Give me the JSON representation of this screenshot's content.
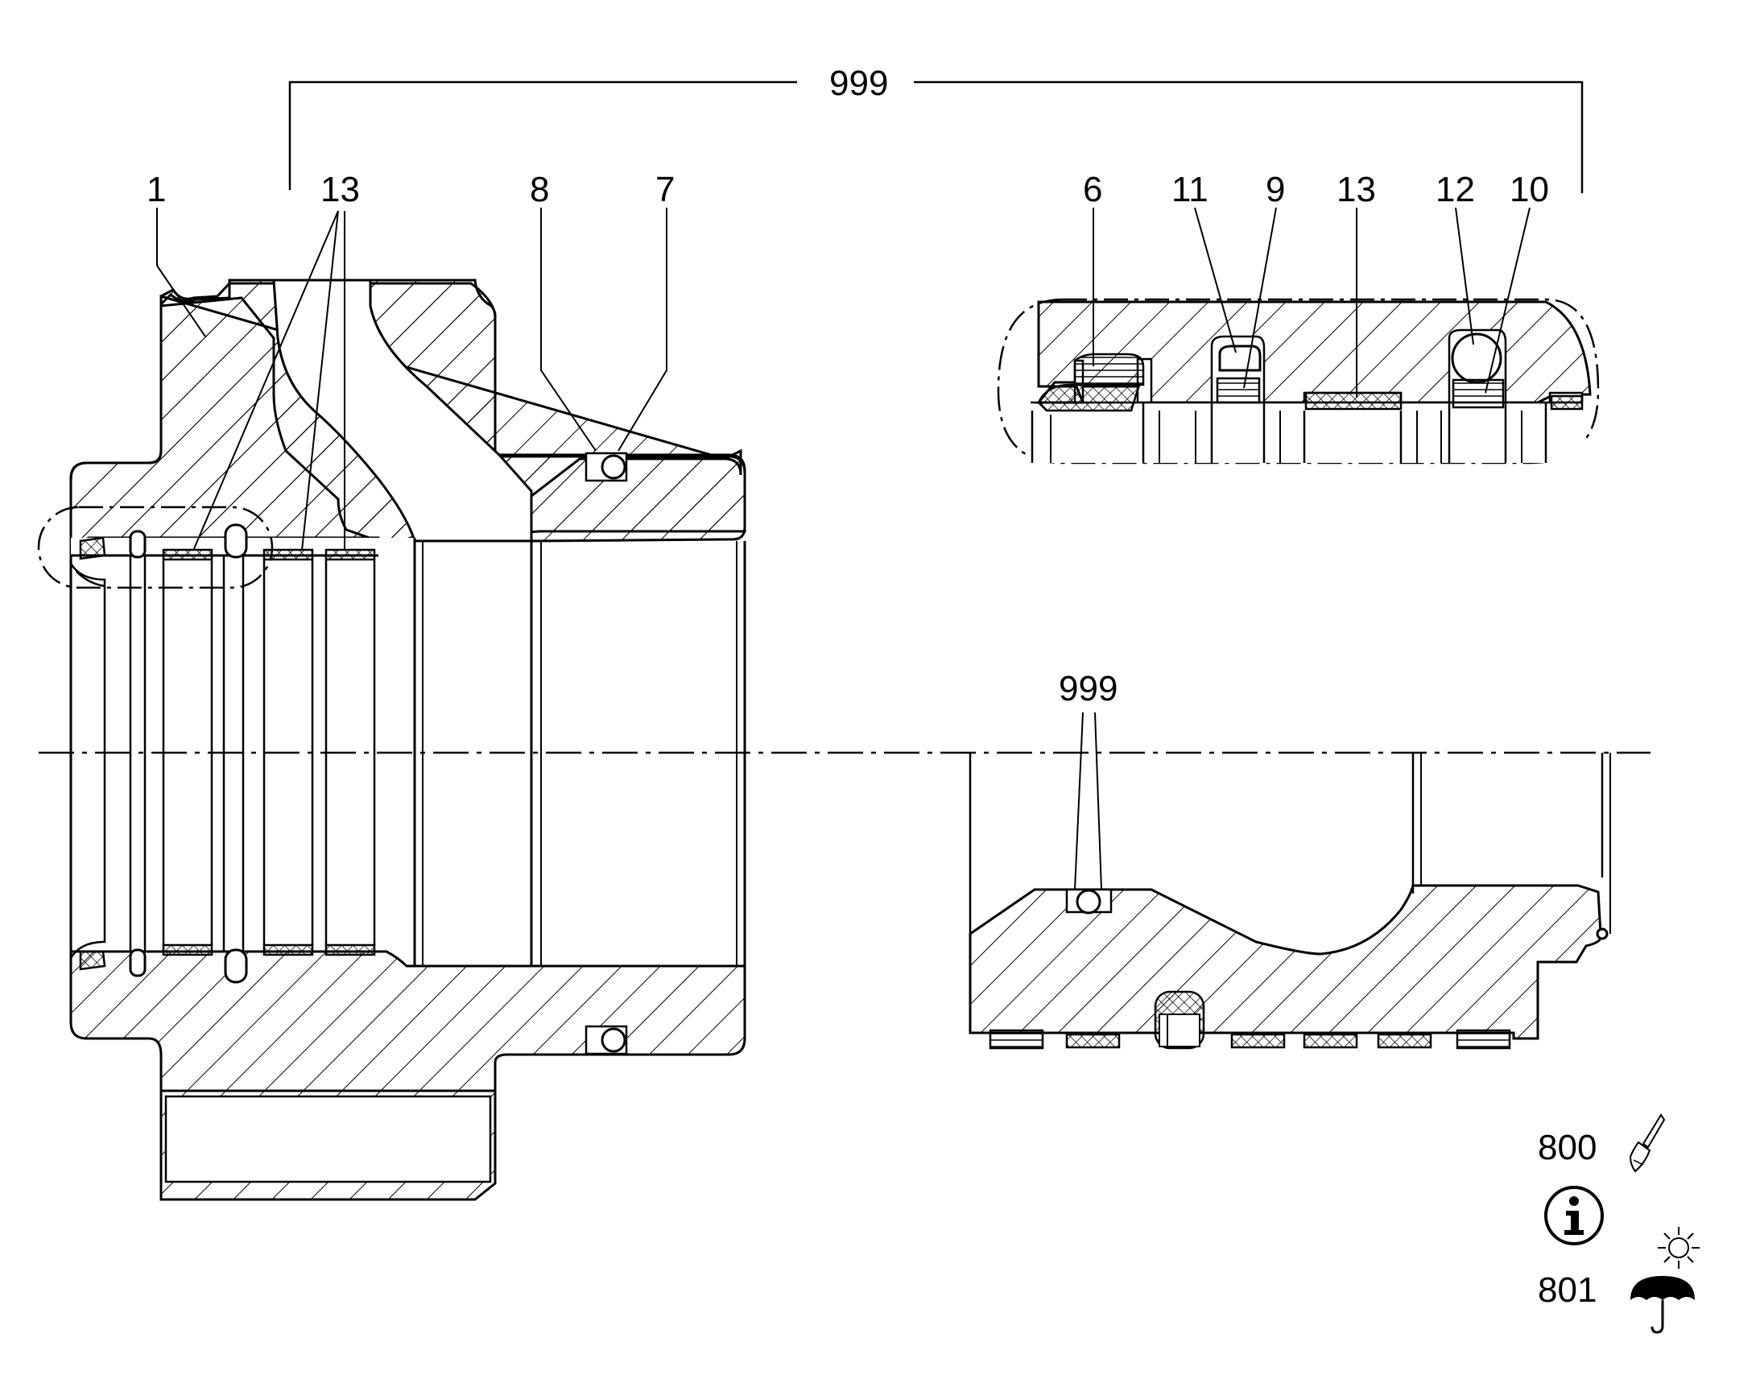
{
  "labels": {
    "assembly_top": "999",
    "assembly_bottom": "999",
    "part_1": "1",
    "part_13_left": "13",
    "part_8": "8",
    "part_7": "7",
    "part_6": "6",
    "part_11": "11",
    "part_9": "9",
    "part_13_detail": "13",
    "part_12": "12",
    "part_10": "10"
  },
  "symbols": {
    "label_800": "800",
    "label_801": "801",
    "icons": [
      "paint-brush-icon",
      "info-icon",
      "umbrella-icon",
      "sun-icon"
    ]
  }
}
